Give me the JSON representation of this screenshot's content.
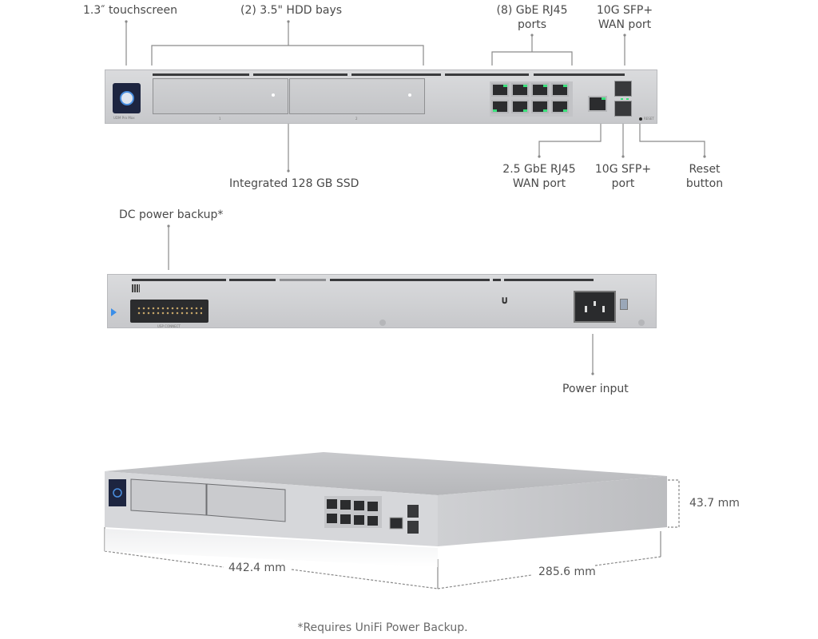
{
  "front_view": {
    "callouts_top": [
      {
        "id": "touchscreen",
        "label": "1.3″ touchscreen"
      },
      {
        "id": "hdd-bays",
        "label": "(2) 3.5\" HDD bays"
      },
      {
        "id": "gbe-ports",
        "lines": [
          "(8) GbE RJ45",
          "ports"
        ]
      },
      {
        "id": "sfp-wan",
        "lines": [
          "10G SFP+",
          "WAN port"
        ]
      }
    ],
    "callouts_bottom": [
      {
        "id": "ssd",
        "label": "Integrated 128 GB SSD"
      },
      {
        "id": "rj45-wan",
        "lines": [
          "2.5 GbE RJ45",
          "WAN port"
        ]
      },
      {
        "id": "sfp-port",
        "lines": [
          "10G SFP+",
          "port"
        ]
      },
      {
        "id": "reset",
        "lines": [
          "Reset",
          "button"
        ]
      }
    ],
    "device_label": "UDM Pro Max",
    "bay_numbers": [
      "1",
      "2"
    ],
    "reset_label": "RESET",
    "led_color": "#39e07a",
    "screen_color": "#1d2540",
    "accent_blue": "#4a8fe0"
  },
  "rear_view": {
    "callouts": [
      {
        "id": "dc-backup",
        "label": "DC power backup*"
      },
      {
        "id": "power-input",
        "label": "Power input"
      }
    ],
    "connector_label": "USP CONNECT"
  },
  "perspective_view": {
    "dimensions": {
      "width": "442.4 mm",
      "depth": "285.6 mm",
      "height": "43.7 mm"
    }
  },
  "footnote": "*Requires UniFi Power Backup."
}
